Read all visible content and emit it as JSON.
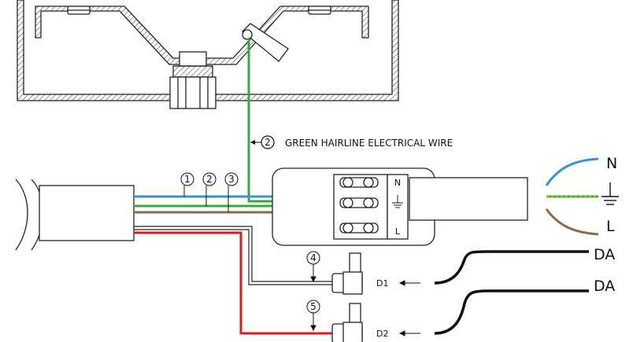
{
  "annotations": {
    "wire_label": "GREEN HAIRLINE ELECTRICAL WIRE",
    "callouts": [
      "1",
      "2",
      "3",
      "4",
      "5"
    ],
    "terminal_letters": [
      "N",
      "L"
    ],
    "connector_labels": [
      "D1",
      "D2"
    ]
  },
  "legend": {
    "neutral": "N",
    "live": "L",
    "dali_top": "DA",
    "dali_bottom": "DA",
    "earth_symbol": "earth-ground-icon"
  },
  "colors": {
    "neutral_wire": "#3a8fd6",
    "earth_wire": "#3aa83a",
    "earth_stripe": "#d8cf2a",
    "live_wire": "#8a6a4a",
    "dali_wire": "#e01b1b",
    "dali_cable": "#111111",
    "outline": "#222222"
  }
}
